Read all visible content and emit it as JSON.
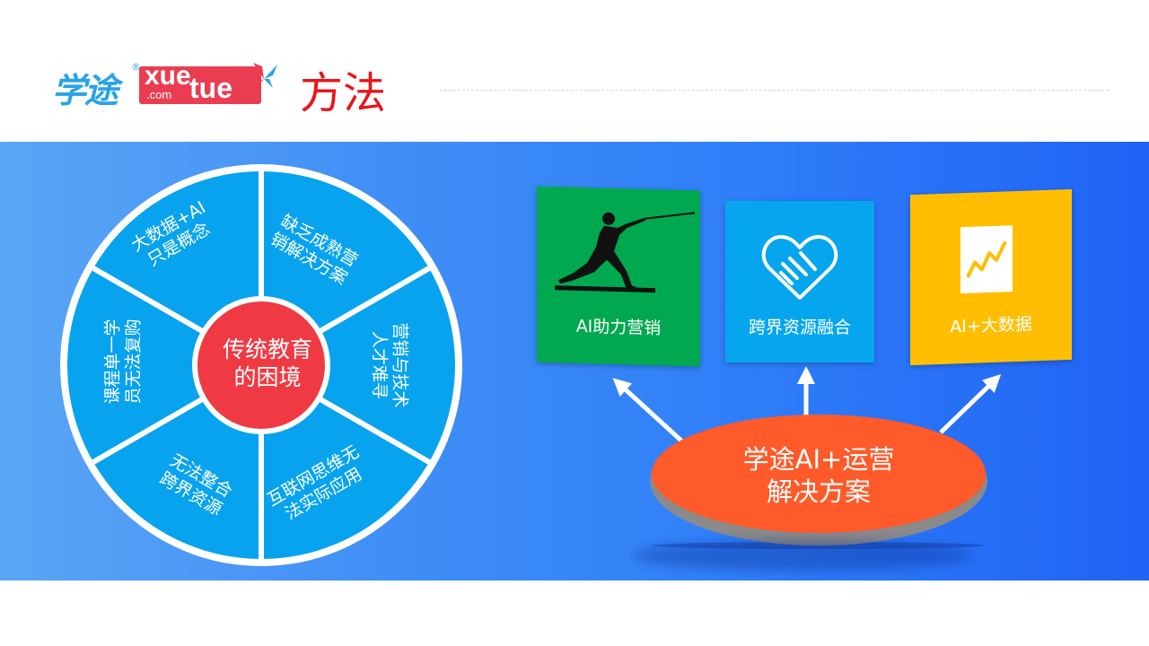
{
  "logo": {
    "cn": "学途",
    "reg": "®",
    "xue": "xue",
    "com": ".com",
    "tue": "tue"
  },
  "page_title": "方法",
  "wheel": {
    "center": [
      "传统教育",
      "的困境"
    ],
    "segments": [
      {
        "lines": [
          "大数据+AI",
          "只是概念"
        ]
      },
      {
        "lines": [
          "缺乏成熟营",
          "销解决方案"
        ]
      },
      {
        "lines": [
          "营销与技术",
          "人才难寻"
        ]
      },
      {
        "lines": [
          "互联网思维无",
          "法实际应用"
        ]
      },
      {
        "lines": [
          "无法整合",
          "跨界资源"
        ]
      },
      {
        "lines": [
          "课程单一学",
          "员无法复购"
        ]
      }
    ]
  },
  "cards": [
    {
      "label": "AI助力营销",
      "icon": "fencer-icon",
      "color": "#00a84f"
    },
    {
      "label": "跨界资源融合",
      "icon": "heart-handshake-icon",
      "color": "#06a6ee"
    },
    {
      "label": "AI+大数据",
      "icon": "line-chart-icon",
      "color": "#ffbf00"
    }
  ],
  "solution": {
    "lines": [
      "学途AI+运营",
      "解决方案"
    ]
  },
  "colors": {
    "accent_red": "#e8151a",
    "wheel_blue": "#08a3ee",
    "center_red": "#ef3a44"
  }
}
